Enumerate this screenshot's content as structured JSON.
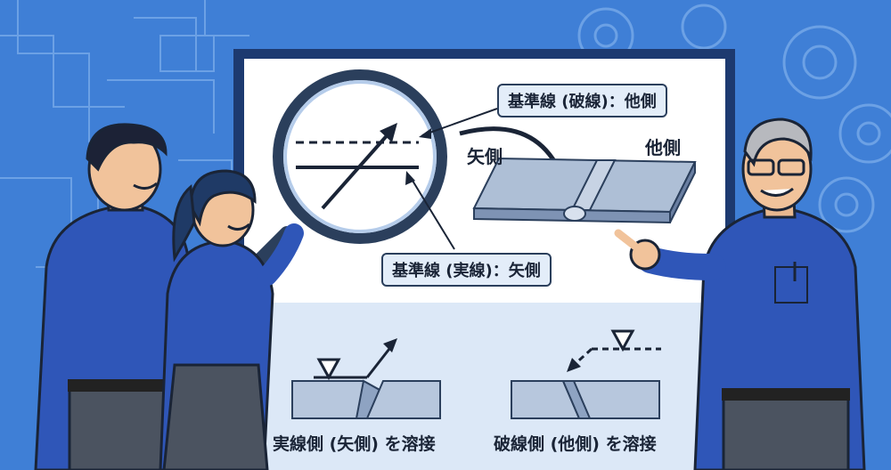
{
  "labels": {
    "reference_dashed": "基準線 (破線)：他側",
    "reference_solid": "基準線 (実線)：矢側",
    "arrow_side": "矢側",
    "other_side": "他側"
  },
  "captions": {
    "left": "実線側 (矢側) を溶接",
    "right": "破線側 (他側) を溶接"
  },
  "colors": {
    "background": "#3f7fd6",
    "board": "#ffffff",
    "shirt": "#2f56b8",
    "ink": "#1a2436"
  }
}
